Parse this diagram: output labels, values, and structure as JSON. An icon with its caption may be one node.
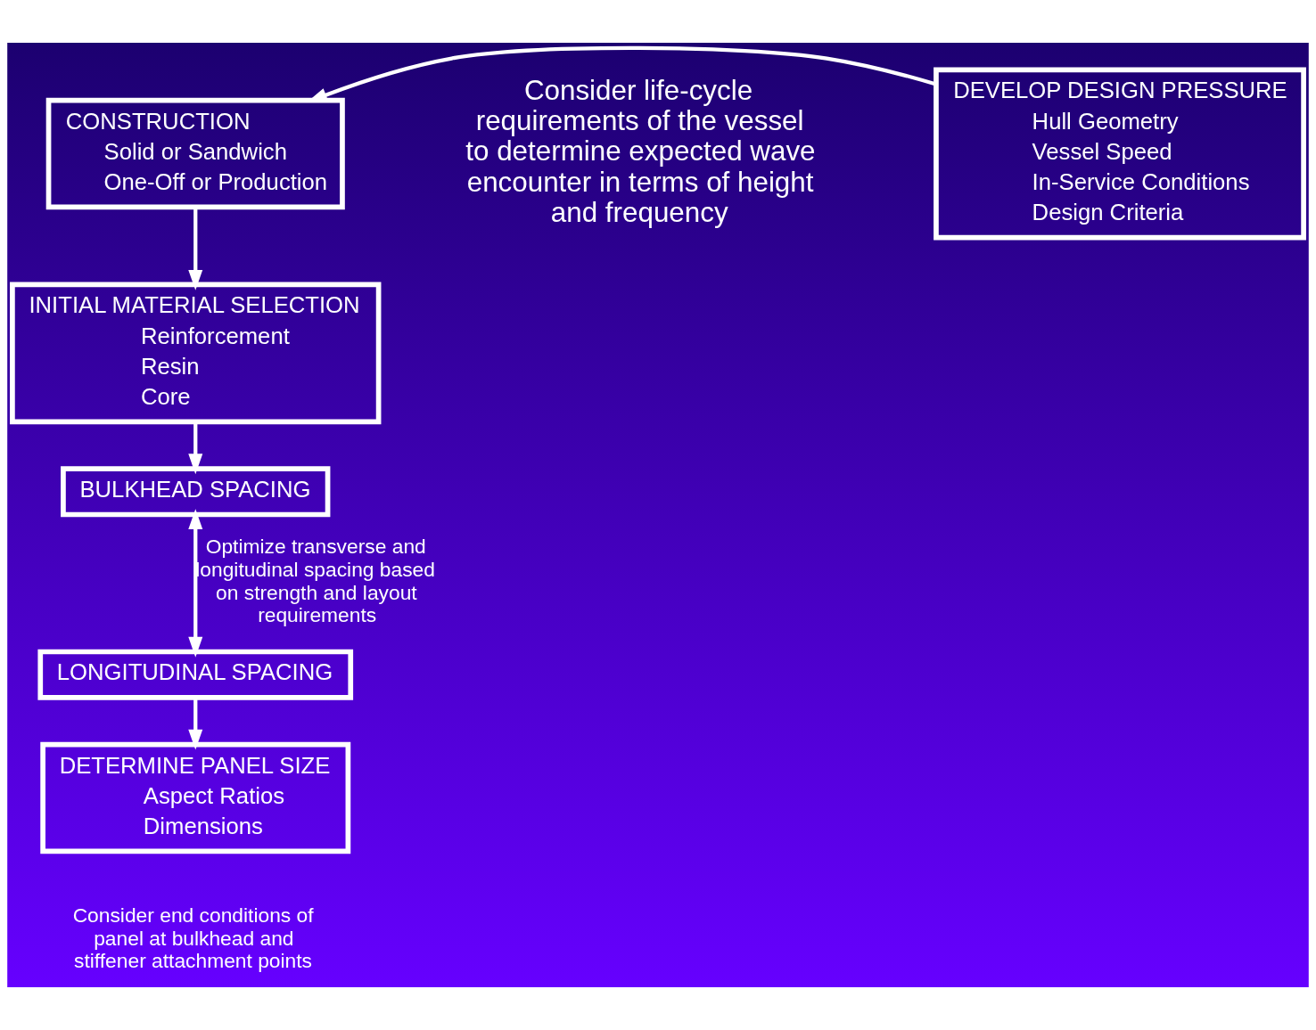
{
  "diagram": {
    "nodes": [
      {
        "text": [
          "CONSTRUCTION",
          "Solid or Sandwich",
          "One-Off or Production"
        ]
      },
      {
        "text": [
          "DEVELOP DESIGN PRESSURE",
          "Hull Geometry",
          "Vessel Speed",
          "In-Service Conditions",
          "Design Criteria"
        ]
      },
      {
        "text": [
          "INITIAL MATERIAL SELECTION",
          "Reinforcement",
          "Resin",
          "Core"
        ]
      },
      {
        "text": [
          "BULKHEAD SPACING"
        ]
      },
      {
        "text": [
          "LONGITUDINAL SPACING"
        ]
      },
      {
        "text": [
          "DETERMINE PANEL SIZE",
          "Aspect Ratios",
          "Dimensions"
        ]
      }
    ],
    "edges": [
      {
        "from": 1,
        "to": 0,
        "arrow": "to"
      },
      {
        "from": 0,
        "to": 2,
        "arrow": "to"
      },
      {
        "from": 2,
        "to": 3,
        "arrow": "to"
      },
      {
        "from": 3,
        "to": 4,
        "arrow": "both",
        "label": "Optimize transverse and longitudinal spacing based on strength and layout requirements"
      },
      {
        "from": 4,
        "to": 5,
        "arrow": "to"
      }
    ],
    "labels": [
      "Consider life-cycle requirements of the vessel to determine expected wave encounter in terms of height and frequency",
      "Consider end conditions of panel at bulkhead and stiffener attachment points"
    ]
  }
}
